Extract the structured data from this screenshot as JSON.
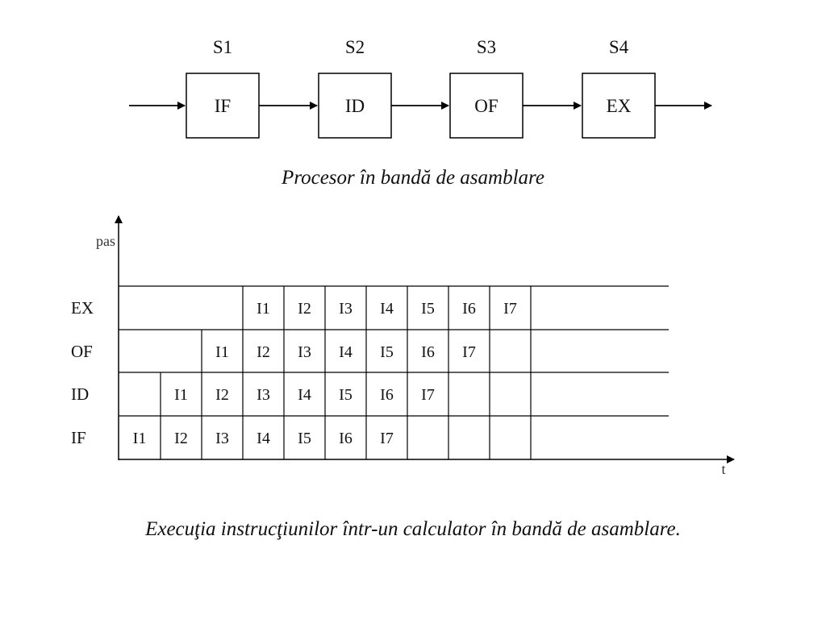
{
  "pipeline": {
    "stages": [
      {
        "name": "S1",
        "unit": "IF"
      },
      {
        "name": "S2",
        "unit": "ID"
      },
      {
        "name": "S3",
        "unit": "OF"
      },
      {
        "name": "S4",
        "unit": "EX"
      }
    ],
    "caption": "Procesor în bandă de asamblare"
  },
  "timing": {
    "y_axis_label": "pas",
    "x_axis_label": "t",
    "rows": [
      {
        "label": "EX",
        "cells": [
          "",
          "",
          "",
          "I1",
          "I2",
          "I3",
          "I4",
          "I5",
          "I6",
          "I7",
          ""
        ]
      },
      {
        "label": "OF",
        "cells": [
          "",
          "",
          "I1",
          "I2",
          "I3",
          "I4",
          "I5",
          "I6",
          "I7",
          "",
          ""
        ]
      },
      {
        "label": "ID",
        "cells": [
          "",
          "I1",
          "I2",
          "I3",
          "I4",
          "I5",
          "I6",
          "I7",
          "",
          "",
          ""
        ]
      },
      {
        "label": "IF",
        "cells": [
          "I1",
          "I2",
          "I3",
          "I4",
          "I5",
          "I6",
          "I7",
          "",
          "",
          "",
          ""
        ]
      }
    ],
    "caption": "Execuţia instrucţiunilor într-un calculator în bandă de asamblare."
  }
}
